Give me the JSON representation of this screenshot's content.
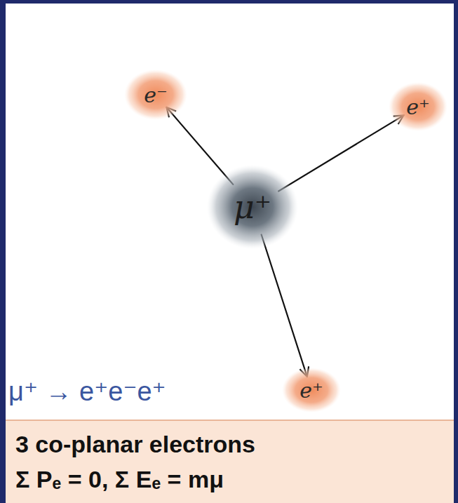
{
  "diagram": {
    "nodes": [
      {
        "text": [
          "μ⁺"
        ]
      },
      {
        "text": [
          "e⁻"
        ]
      },
      {
        "text": [
          "e⁺"
        ]
      },
      {
        "text": [
          "e⁺"
        ]
      },
      {
        "text": [
          "3 co-planar electrons",
          "Σ Pₑ = 0, Σ Eₑ = mμ"
        ]
      }
    ],
    "edges": [
      {
        "from": 0,
        "to": 1,
        "arrow": "to"
      },
      {
        "from": 0,
        "to": 2,
        "arrow": "to"
      },
      {
        "from": 0,
        "to": 3,
        "arrow": "to"
      }
    ],
    "labels": [
      "μ⁺ → e⁺e⁻e⁺"
    ]
  }
}
